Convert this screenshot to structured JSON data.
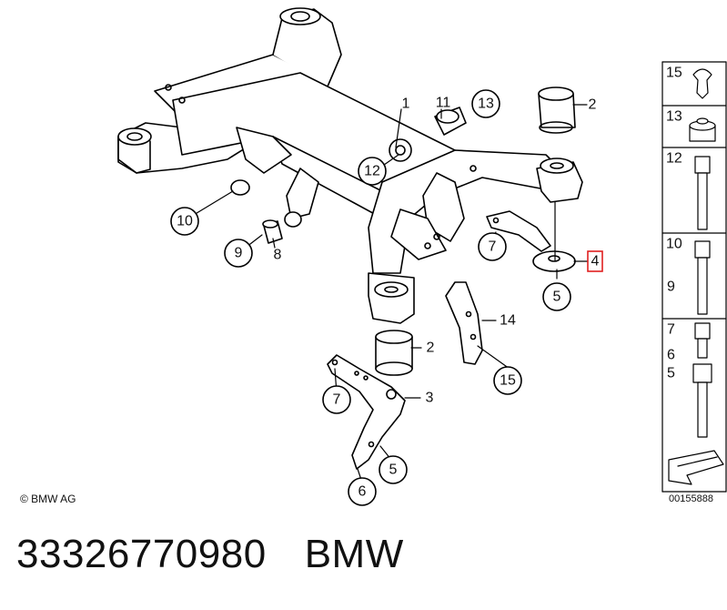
{
  "copyright": "© BMW AG",
  "diagram_code": "00155888",
  "part_number": "33326770980",
  "brand": "BMW",
  "highlight_color": "#e02020",
  "highlighted_callout": "4",
  "callouts": {
    "c1": "1",
    "c2a": "2",
    "c2b": "2",
    "c3": "3",
    "c4": "4",
    "c5a": "5",
    "c5b": "5",
    "c6": "6",
    "c7a": "7",
    "c7b": "7",
    "c8": "8",
    "c9": "9",
    "c10": "10",
    "c11": "11",
    "c12": "12",
    "c13": "13",
    "c14": "14",
    "c15": "15"
  },
  "legend": {
    "l15": "15",
    "l13": "13",
    "l12": "12",
    "l10": "10",
    "l9": "9",
    "l7": "7",
    "l6": "6",
    "l5": "5"
  }
}
